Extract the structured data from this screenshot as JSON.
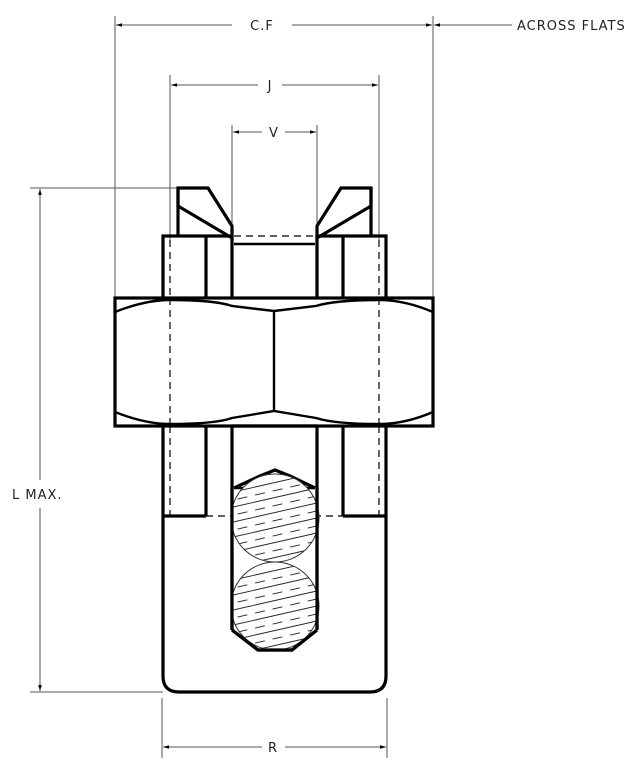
{
  "drawing": {
    "subject": "split bolt connector",
    "dimensions": {
      "cf": {
        "label": "C.F",
        "note": "ACROSS FLATS"
      },
      "j": {
        "label": "J"
      },
      "v": {
        "label": "V"
      },
      "l": {
        "label": "L MAX."
      },
      "r": {
        "label": "R"
      }
    },
    "colors": {
      "line": "#000000",
      "dimension_line": "#555555",
      "background": "#ffffff"
    }
  }
}
